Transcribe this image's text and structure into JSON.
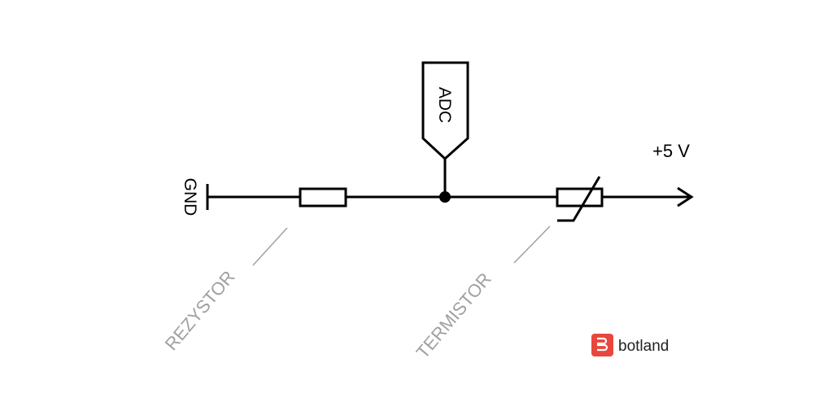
{
  "diagram": {
    "labels": {
      "gnd": "GND",
      "adc": "ADC",
      "supply": "+5 V",
      "resistor": "REZYSTOR",
      "thermistor": "TERMISTOR"
    },
    "logo": {
      "text": "botland",
      "color": "#e8473d"
    },
    "colors": {
      "wire": "#000000",
      "annotation": "#a0a0a0"
    }
  }
}
